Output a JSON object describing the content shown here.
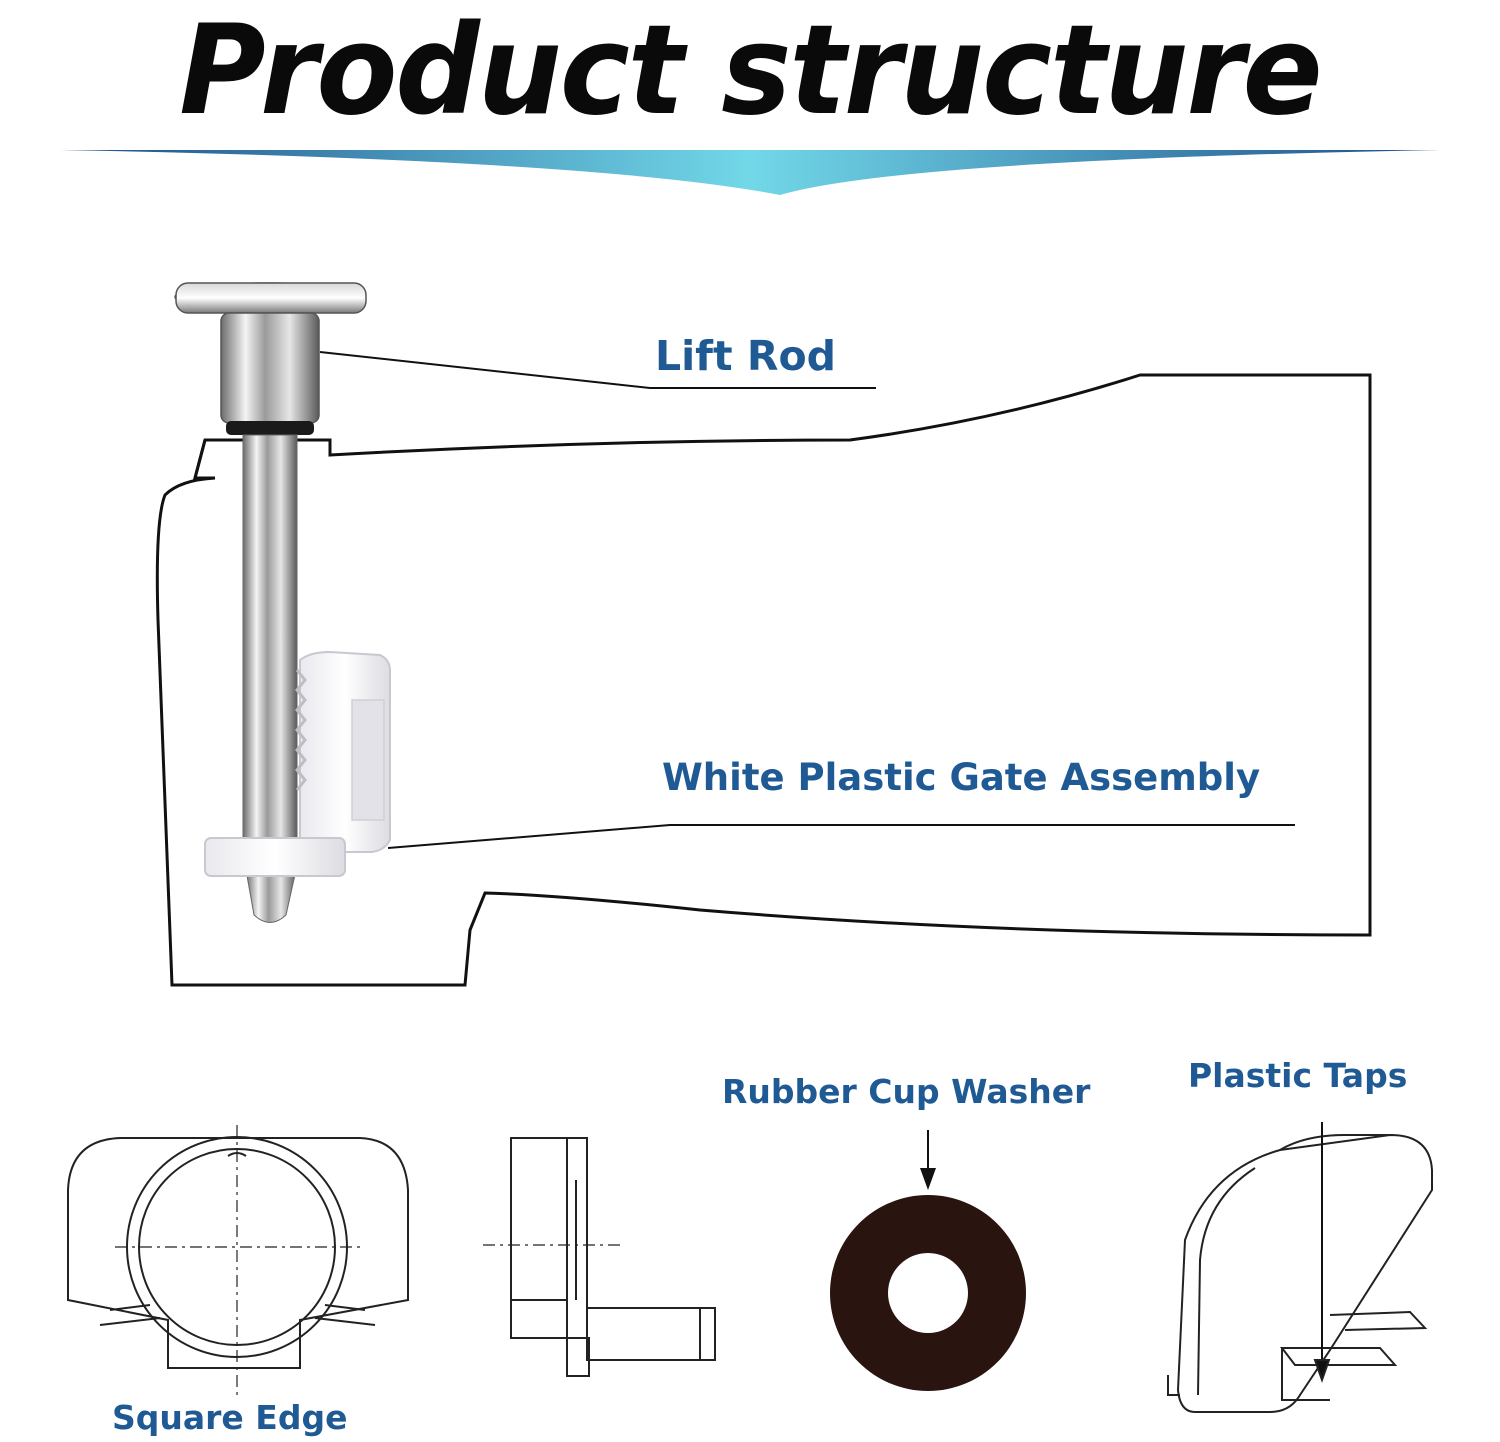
{
  "title": "Product structure",
  "labels": {
    "lift_rod": "Lift Rod",
    "gate_assembly": "White Plastic Gate Assembly",
    "rubber_cup_washer": "Rubber Cup Washer",
    "plastic_taps": "Plastic Taps",
    "square_edge": "Square Edge"
  },
  "colors": {
    "label_blue": "#1f5a94",
    "banner_gradient": [
      "#1d4e8a",
      "#6fd6e6",
      "#1d4e8a"
    ],
    "washer_fill": "#2a1410",
    "outline": "#111111"
  }
}
